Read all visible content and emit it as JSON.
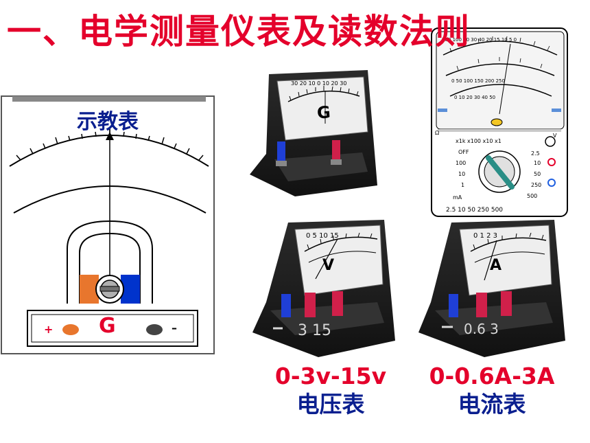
{
  "slide": {
    "title": "一、电学测量仪表及读数法则"
  },
  "demo_meter": {
    "label": "示教表",
    "type_letter": "G",
    "plus_sign": "+",
    "minus_sign": "–",
    "colors": {
      "label": "#0a1f8f",
      "letter": "#e4002b",
      "magnet_left": "#e8762d",
      "magnet_right": "#0033cc"
    }
  },
  "galvanometer": {
    "letter": "G",
    "scale": [
      "30",
      "20",
      "10",
      "0",
      "10",
      "20",
      "30"
    ]
  },
  "multimeter": {
    "ohm_scale": [
      "500",
      "100",
      "50",
      "30",
      "40",
      "20",
      "15",
      "10",
      "5",
      "0"
    ],
    "dc_scale": [
      "250",
      "50",
      "0",
      "100",
      "20",
      "150",
      "200",
      "40",
      "30",
      "250",
      "50",
      "10"
    ],
    "range_labels": [
      "OFF",
      "100",
      "10",
      "1",
      "2.5",
      "10",
      "50",
      "250",
      "500",
      "V",
      "mA",
      "Ω"
    ],
    "bottom_scale": "2.5 10  50  250  500",
    "selector_text": "x1k x100 x10 x1"
  },
  "voltmeter": {
    "letter": "V",
    "scale": [
      "0",
      "5",
      "10",
      "15"
    ],
    "terminals": [
      "3",
      "15"
    ],
    "caption_range": "0-3v-15v",
    "caption_name": "电压表"
  },
  "ammeter": {
    "letter": "A",
    "scale": [
      "0",
      "1",
      "2",
      "3"
    ],
    "terminals": [
      "0.6",
      "3"
    ],
    "caption_range": "0-0.6A-3A",
    "caption_name": "电流表"
  }
}
